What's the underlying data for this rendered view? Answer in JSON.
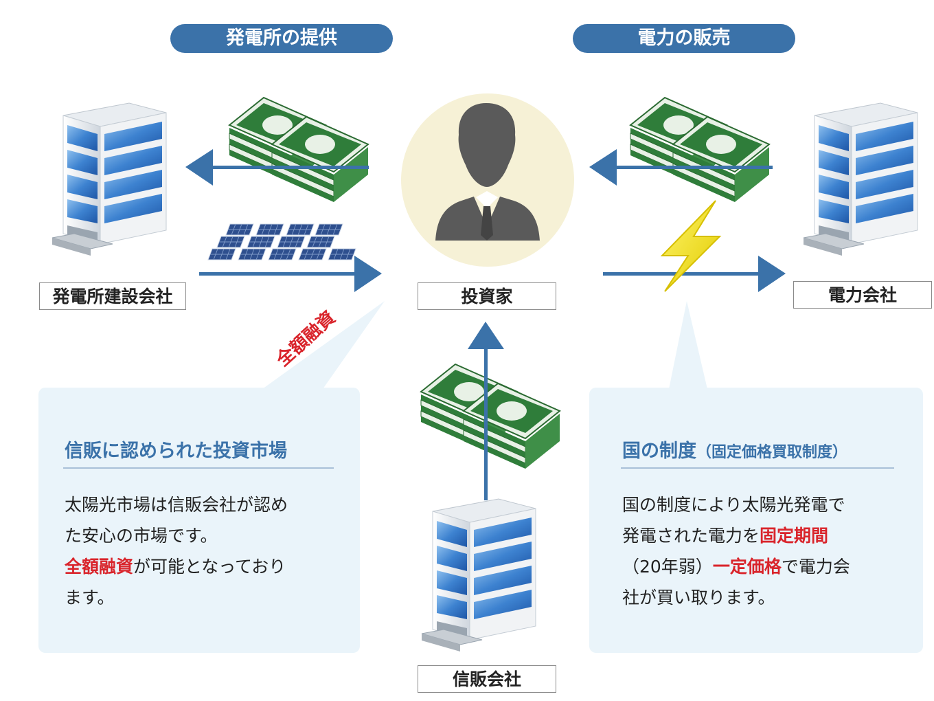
{
  "headers": {
    "provide": "発電所の提供",
    "sell": "電力の販売"
  },
  "nodes": {
    "builder": "発電所建設会社",
    "investor": "投資家",
    "power_company": "電力会社",
    "trust": "信販会社"
  },
  "tag_full_loan": "全額融資",
  "left_panel": {
    "title": "信販に認められた投資市場",
    "line1": "太陽光市場は信販会社が認め",
    "line2": "た安心の市場です。",
    "line3_red": "全額融資",
    "line3_rest": "が可能となっており",
    "line4": "ます。"
  },
  "right_panel": {
    "title_main": "国の制度",
    "title_sub": "（固定価格買取制度）",
    "line1": "国の制度により太陽光発電で",
    "line2_a": "発電された電力を",
    "line2_red": "固定期間",
    "line3_a": "（20年弱）",
    "line3_red": "一定価格",
    "line3_b": "で電力会",
    "line4": "社が買い取ります。"
  },
  "colors": {
    "accent_blue": "#3b72a9",
    "panel_bg": "#eaf4fa",
    "highlight_red": "#d9242b",
    "bolt_yellow": "#f2e100",
    "money_green": "#2f7d3a",
    "investor_circle": "#f6f1d6"
  },
  "icons": [
    "office-building-icon",
    "money-stack-icon",
    "solar-panels-icon",
    "person-silhouette-icon",
    "lightning-bolt-icon",
    "arrow-icon"
  ]
}
